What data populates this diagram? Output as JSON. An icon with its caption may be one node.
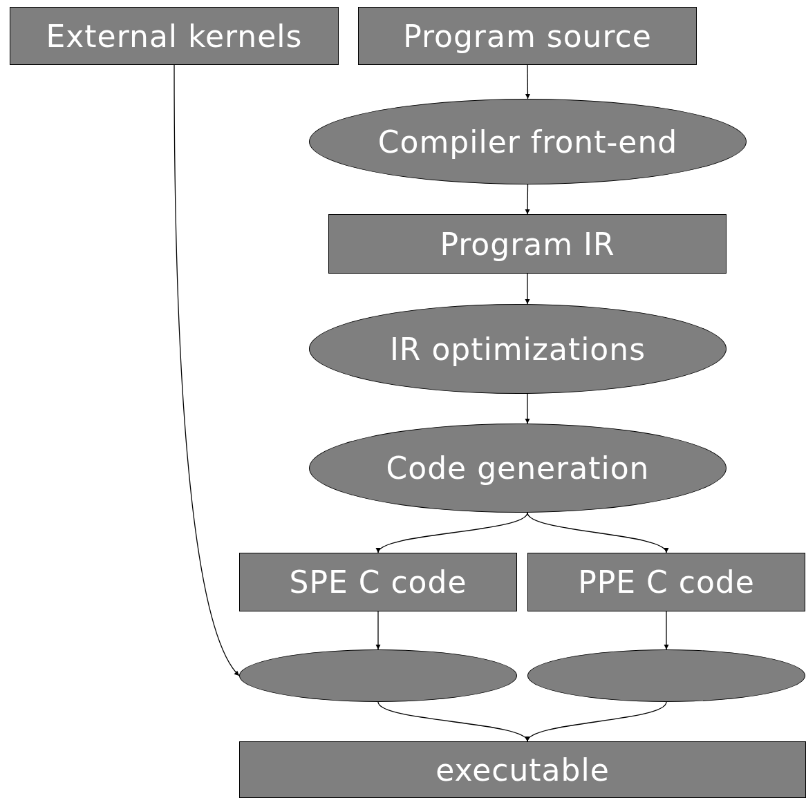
{
  "diagram": {
    "nodes": [
      {
        "text": [
          "External kernels"
        ]
      },
      {
        "text": [
          "Program source"
        ]
      },
      {
        "text": [
          "Compiler front-end"
        ]
      },
      {
        "text": [
          "Program IR"
        ]
      },
      {
        "text": [
          "IR optimizations"
        ]
      },
      {
        "text": [
          "Code generation"
        ]
      },
      {
        "text": [
          "SPE C code"
        ]
      },
      {
        "text": [
          "PPE C code"
        ]
      },
      {
        "text": [],
        "shape": "ellipse"
      },
      {
        "text": [],
        "shape": "ellipse"
      },
      {
        "text": [
          "executable"
        ]
      }
    ],
    "edges": [
      {
        "from": 1,
        "to": 2,
        "arrow": "to"
      },
      {
        "from": 2,
        "to": 3,
        "arrow": "to"
      },
      {
        "from": 3,
        "to": 4,
        "arrow": "to"
      },
      {
        "from": 4,
        "to": 5,
        "arrow": "to"
      },
      {
        "from": 5,
        "to": 6,
        "arrow": "to"
      },
      {
        "from": 5,
        "to": 7,
        "arrow": "to"
      },
      {
        "from": 6,
        "to": 8,
        "arrow": "to"
      },
      {
        "from": 7,
        "to": 9,
        "arrow": "to"
      },
      {
        "from": 8,
        "to": 10,
        "arrow": "to"
      },
      {
        "from": 9,
        "to": 10,
        "arrow": "to"
      },
      {
        "from": 0,
        "to": 8,
        "arrow": "to"
      }
    ]
  }
}
